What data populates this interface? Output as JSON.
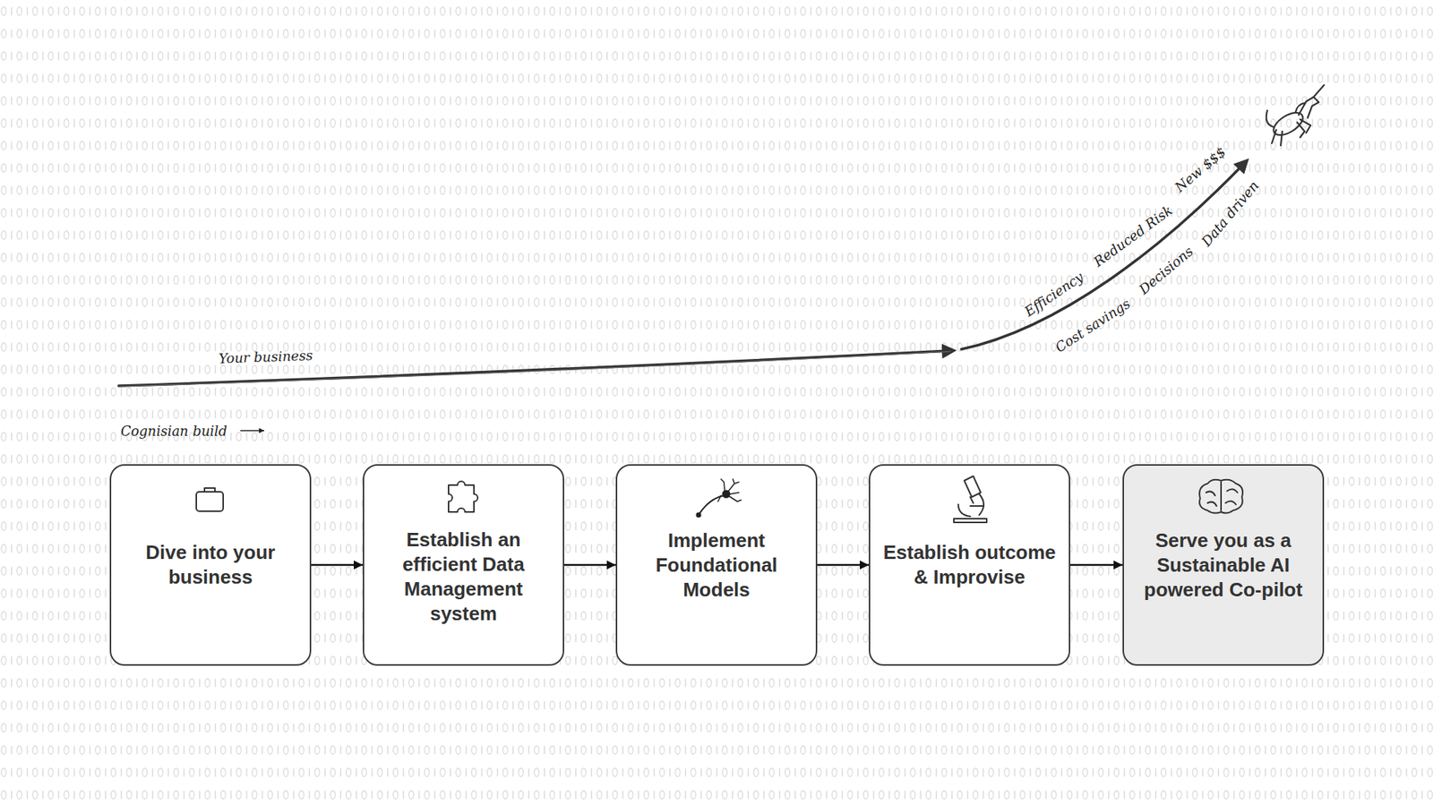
{
  "diagram": {
    "nodes": [
      {
        "text": [
          "Dive into your business"
        ]
      },
      {
        "text": [
          "Establish an efficient Data Management system"
        ]
      },
      {
        "text": [
          "Implement Foundational Models"
        ]
      },
      {
        "text": [
          "Establish outcome & Improvise"
        ]
      },
      {
        "text": [
          "Serve you as a Sustainable AI powered Co-pilot"
        ]
      }
    ],
    "edges": [
      {
        "from": 0,
        "to": 1,
        "arrow": "to"
      },
      {
        "from": 1,
        "to": 2,
        "arrow": "to"
      },
      {
        "from": 2,
        "to": 3,
        "arrow": "to"
      },
      {
        "from": 3,
        "to": 4,
        "arrow": "to"
      }
    ],
    "labels": [
      "Your business",
      "Cognisian build",
      "Efficiency",
      "Reduced Risk",
      "New $$$",
      "Cost savings",
      "Decisions",
      "Data driven"
    ]
  }
}
